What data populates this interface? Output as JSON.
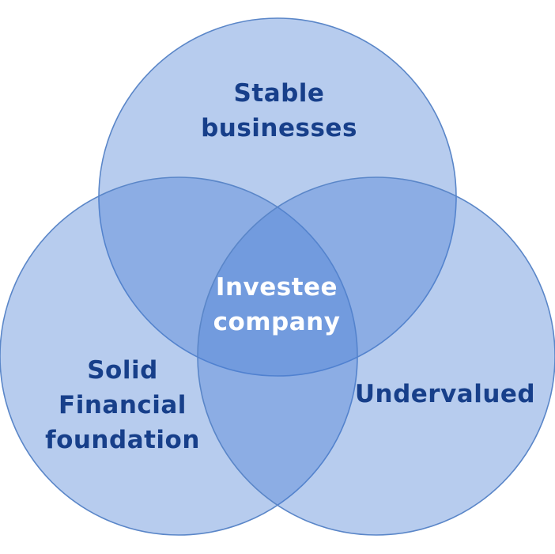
{
  "diagram": {
    "sets": [
      {
        "key": "top",
        "label_lines": [
          "Stable",
          "businesses"
        ]
      },
      {
        "key": "left",
        "label_lines": [
          "Solid",
          "Financial",
          "foundation"
        ]
      },
      {
        "key": "right",
        "label_lines": [
          "Undervalued"
        ]
      }
    ],
    "center": {
      "label_lines": [
        "Investee",
        "company"
      ]
    },
    "colors": {
      "set_label": "#173f8a",
      "center_label": "#ffffff",
      "circle_fill": "#4a80d4",
      "circle_stroke": "#5a86c8"
    }
  }
}
